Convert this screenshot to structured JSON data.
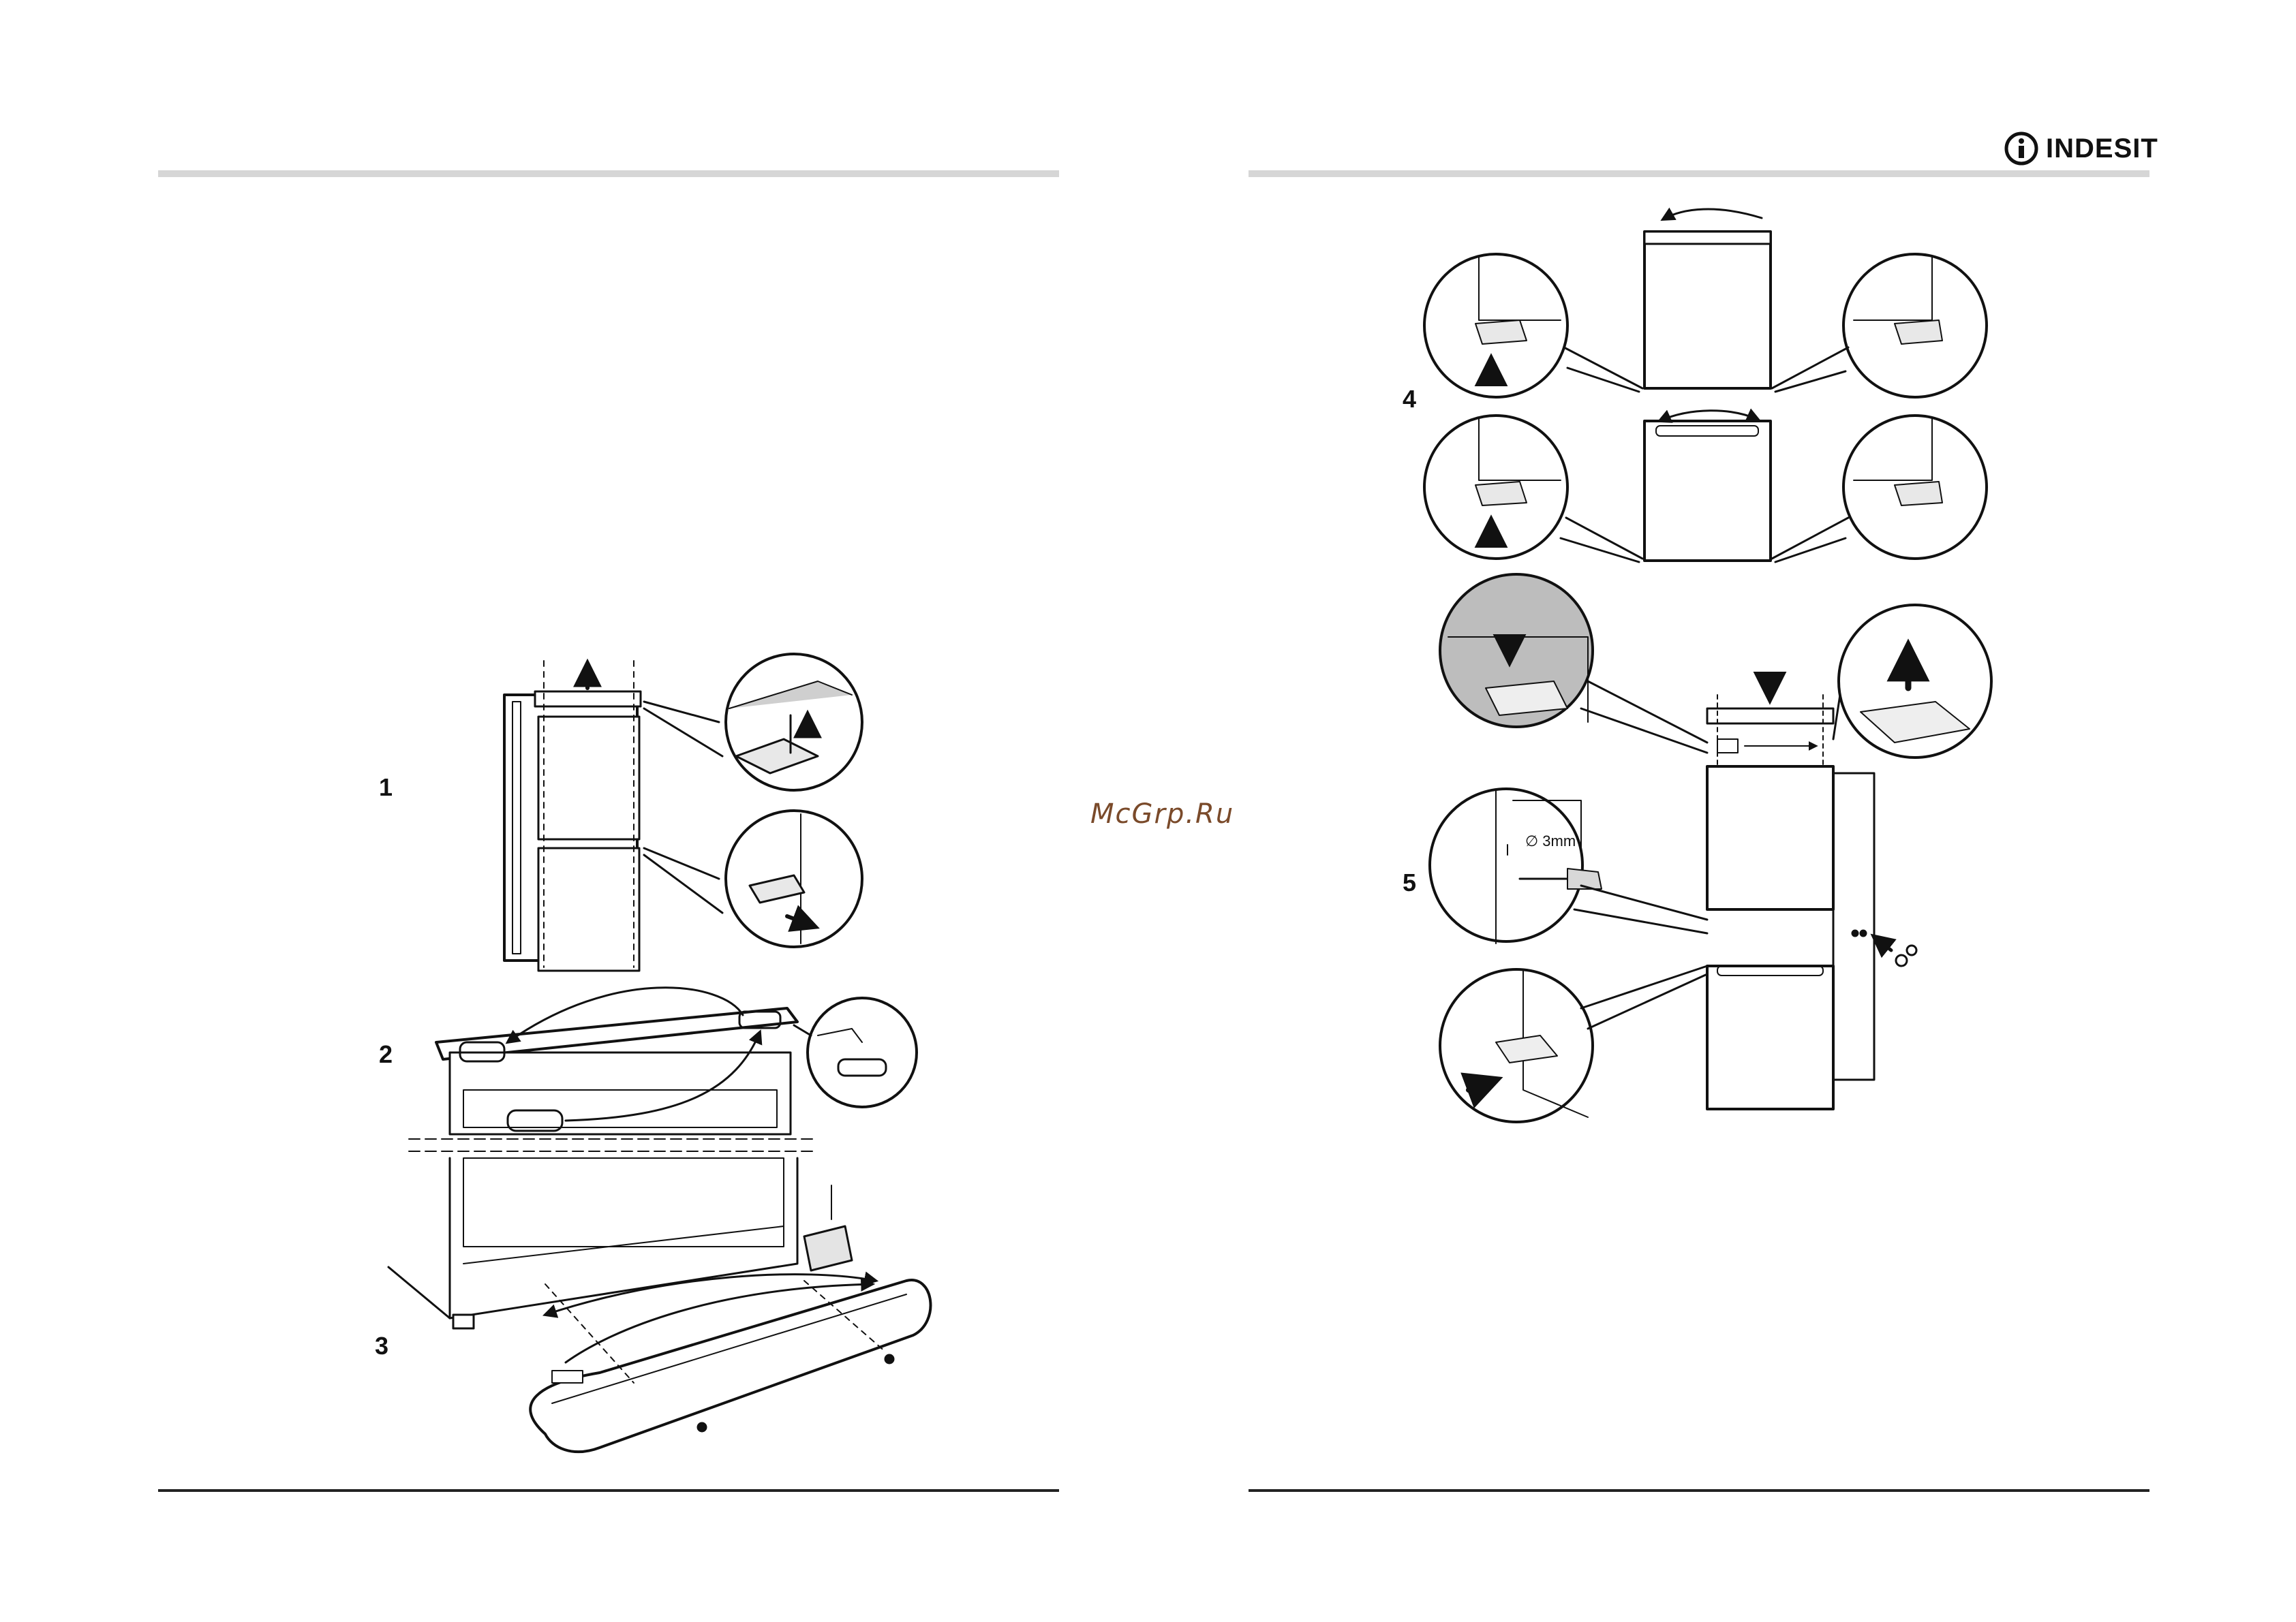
{
  "brand": {
    "name": "INDESIT",
    "logo_icon": "indesit-i-circle-icon"
  },
  "watermark": "McGrp.Ru",
  "left_page": {
    "steps": [
      {
        "number": "1"
      },
      {
        "number": "2"
      },
      {
        "number": "3"
      }
    ]
  },
  "right_page": {
    "steps": [
      {
        "number": "4"
      },
      {
        "number": "5"
      }
    ],
    "callouts": {
      "drill_diameter": "∅ 3mm"
    }
  },
  "colors": {
    "rule_top": "#d6d6d6",
    "rule_bottom": "#222222",
    "line_art": "#111111",
    "shade": "#bdbdbd",
    "watermark": "#7a4a2a"
  }
}
